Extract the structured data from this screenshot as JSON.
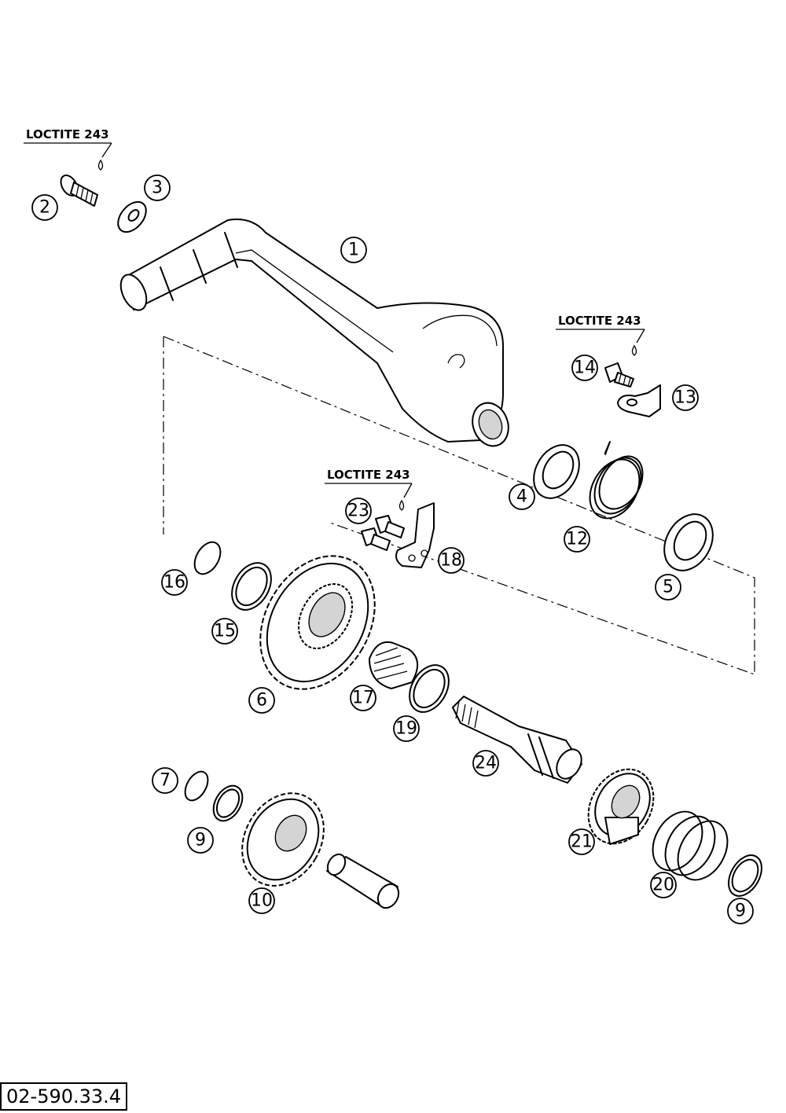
{
  "diagram": {
    "loctite_label": "LOCTITE 243",
    "footer_code": "02-590.33.4",
    "callouts": [
      {
        "id": "1",
        "label": "1"
      },
      {
        "id": "2",
        "label": "2"
      },
      {
        "id": "3",
        "label": "3"
      },
      {
        "id": "4",
        "label": "4"
      },
      {
        "id": "5",
        "label": "5"
      },
      {
        "id": "6",
        "label": "6"
      },
      {
        "id": "7",
        "label": "7"
      },
      {
        "id": "9a",
        "label": "9"
      },
      {
        "id": "9b",
        "label": "9"
      },
      {
        "id": "10",
        "label": "10"
      },
      {
        "id": "12",
        "label": "12"
      },
      {
        "id": "13",
        "label": "13"
      },
      {
        "id": "14",
        "label": "14"
      },
      {
        "id": "15",
        "label": "15"
      },
      {
        "id": "16",
        "label": "16"
      },
      {
        "id": "17",
        "label": "17"
      },
      {
        "id": "18",
        "label": "18"
      },
      {
        "id": "19",
        "label": "19"
      },
      {
        "id": "20",
        "label": "20"
      },
      {
        "id": "21",
        "label": "21"
      },
      {
        "id": "23",
        "label": "23"
      },
      {
        "id": "24",
        "label": "24"
      }
    ]
  }
}
